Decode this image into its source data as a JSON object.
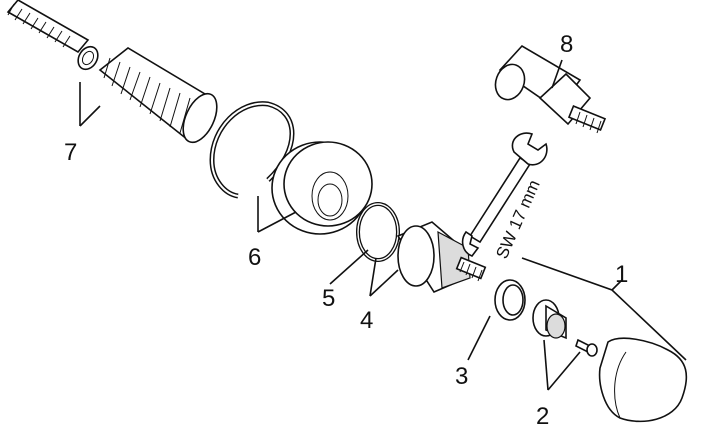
{
  "diagram": {
    "callouts": [
      {
        "id": "c1",
        "label": "1"
      },
      {
        "id": "c2",
        "label": "2"
      },
      {
        "id": "c3",
        "label": "3"
      },
      {
        "id": "c4",
        "label": "4"
      },
      {
        "id": "c5",
        "label": "5"
      },
      {
        "id": "c6",
        "label": "6"
      },
      {
        "id": "c7",
        "label": "7"
      },
      {
        "id": "c8",
        "label": "8"
      }
    ],
    "wrench_label": "SW 17 mm"
  }
}
